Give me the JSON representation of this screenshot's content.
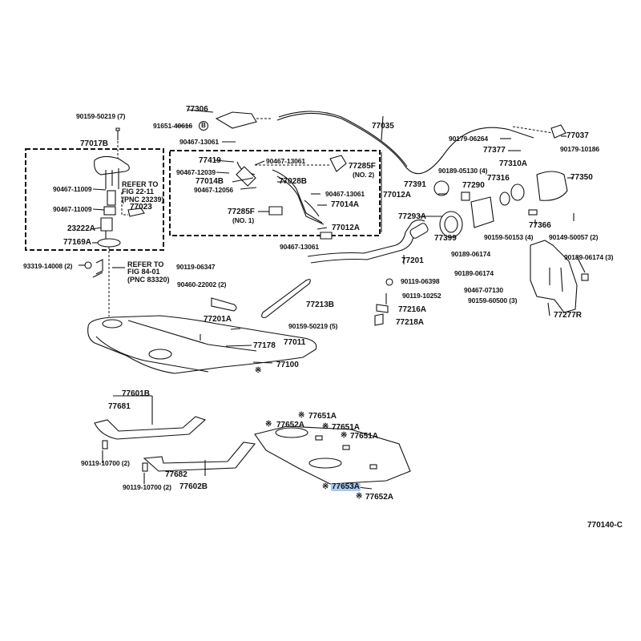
{
  "figure_id": "770140-C",
  "highlighted_part": "77653A",
  "highlight_color": "#a8cbf2",
  "note_symbol": "※",
  "callouts": {
    "c90159_50219_7": "90159-50219 (7)",
    "c77017B": "77017B",
    "c90467_11009_a": "90467-11009",
    "c90467_11009_b": "90467-11009",
    "c23222A": "23222A",
    "c77169A": "77169A",
    "c77023": "77023",
    "ref1": "REFER TO\nFIG 22-11\n(PNC 23239)",
    "c93319_14008": "93319-14008 (2)",
    "ref2": "REFER TO\nFIG 84-01\n(PNC 83320)",
    "c77306": "77306",
    "c91651_40616": "91651-40616",
    "c90467_13061_a": "90467-13061",
    "c77419": "77419",
    "c90467_13061_b": "90467-13061",
    "c90467_12039": "90467-12039",
    "c77014B": "77014B",
    "c90467_12056": "90467-12056",
    "c77028B": "77028B",
    "c77285F_2": "77285F",
    "c77285F_2_note": "(NO. 2)",
    "c90467_13061_c": "90467-13061",
    "c77014A": "77014A",
    "c77285F_1": "77285F",
    "c77285F_1_note": "(NO. 1)",
    "c77012A_a": "77012A",
    "c77012A_b": "77012A",
    "c90119_06347": "90119-06347",
    "c90467_13061_d": "90467-13061",
    "c90460_22002": "90460-22002 (2)",
    "c77201A": "77201A",
    "c77213B": "77213B",
    "c90159_50219_5": "90159-50219 (5)",
    "c77011": "77011",
    "c77178": "77178",
    "c77100": "77100",
    "c77035": "77035",
    "c77037": "77037",
    "c90179_06264": "90179-06264",
    "c77377": "77377",
    "c90179_10186": "90179-10186",
    "c90189_05130": "90189-05130 (4)",
    "c77310A": "77310A",
    "c77316": "77316",
    "c77350": "77350",
    "c77391": "77391",
    "c77290": "77290",
    "c77293A": "77293A",
    "c77366": "77366",
    "c77399": "77399",
    "c90159_50153": "90159-50153 (4)",
    "c90149_50057": "90149-50057 (2)",
    "c77201": "77201",
    "c90189_06174_a": "90189-06174",
    "c90189_06174_b": "90189-06174",
    "c90189_06174_3": "90189-06174 (3)",
    "c90119_06398": "90119-06398",
    "c90119_10252": "90119-10252",
    "c77216A": "77216A",
    "c77218A": "77218A",
    "c90467_07130": "90467-07130",
    "c90159_60500": "90159-60500 (3)",
    "c77277R": "77277R",
    "c77601B": "77601B",
    "c77681": "77681",
    "c90119_10700_a": "90119-10700 (2)",
    "c77682": "77682",
    "c90119_10700_b": "90119-10700 (2)",
    "c77602B": "77602B",
    "c77651A_a": "77651A",
    "c77651A_b": "77651A",
    "c77651A_c": "77651A",
    "c77652A_a": "77652A",
    "c77652A_b": "77652A",
    "c77653A": "77653A"
  }
}
